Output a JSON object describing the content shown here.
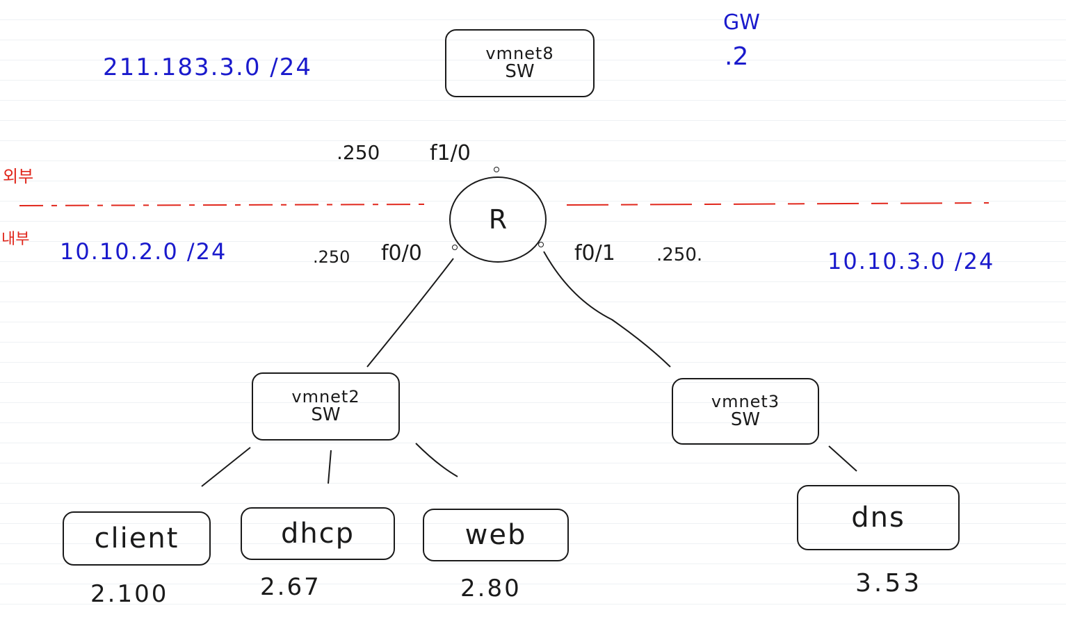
{
  "colors": {
    "subnet": "#1a1acc",
    "ink": "#1a1a1a",
    "zone": "#e0261b"
  },
  "top": {
    "subnet": "211.183.3.0 /24",
    "switch": {
      "line1": "vmnet8",
      "line2": "SW"
    },
    "gw_label": "GW",
    "gw_value": ".2"
  },
  "router": {
    "label": "R",
    "outside_ip": ".250",
    "outside_port": "f1/0",
    "left_ip": ".250",
    "left_port": "f0/0",
    "right_port": "f0/1",
    "right_ip": ".250."
  },
  "zones": {
    "outside": "외부",
    "inside": "내부"
  },
  "left": {
    "subnet": "10.10.2.0 /24",
    "switch": {
      "line1": "vmnet2",
      "line2": "SW"
    },
    "hosts": [
      {
        "name": "client",
        "ip": "2.100"
      },
      {
        "name": "dhcp",
        "ip": "2.67"
      },
      {
        "name": "web",
        "ip": "2.80"
      }
    ]
  },
  "right": {
    "subnet": "10.10.3.0 /24",
    "switch": {
      "line1": "vmnet3",
      "line2": "SW"
    },
    "hosts": [
      {
        "name": "dns",
        "ip": "3.53"
      }
    ]
  }
}
